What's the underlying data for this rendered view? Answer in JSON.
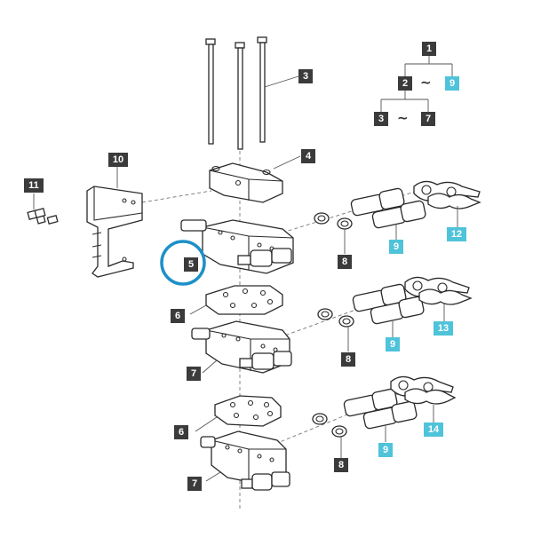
{
  "hierarchy": {
    "top": "1",
    "level2_left": "2",
    "level2_right": "9",
    "level3_left": "3",
    "level3_right": "7",
    "range_symbol": "~"
  },
  "callouts": {
    "c3": "3",
    "c4": "4",
    "c10": "10",
    "c11": "11",
    "c5": "5",
    "c8a": "8",
    "c9a": "9",
    "c12": "12",
    "c6a": "6",
    "c7a": "7",
    "c8b": "8",
    "c9b": "9",
    "c13": "13",
    "c6b": "6",
    "c7b": "7",
    "c8c": "8",
    "c9c": "9",
    "c14": "14"
  },
  "colors": {
    "label_dark": "#3b3b3b",
    "label_highlight": "#4fc3d9",
    "highlight_circle": "#1e90c8"
  }
}
